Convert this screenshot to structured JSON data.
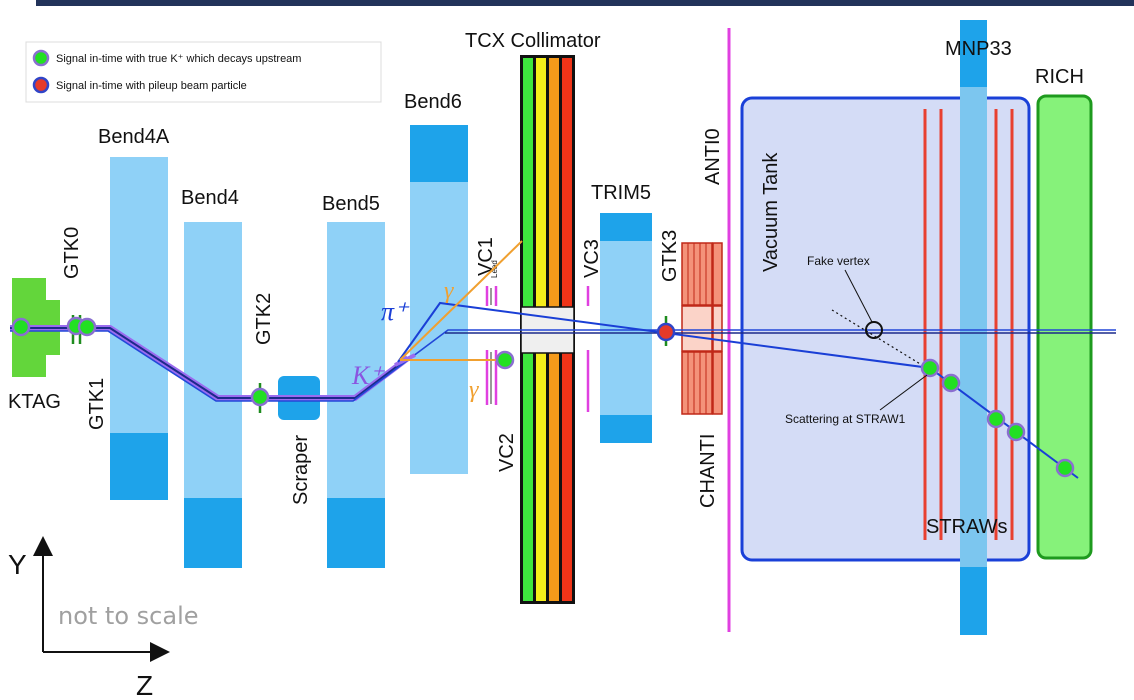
{
  "legend": {
    "items": [
      {
        "text": "Signal in-time with true K⁺ which decays upstream",
        "fill": "#22e022",
        "stroke": "#8a6fd0"
      },
      {
        "text": "Signal in-time with pileup beam particle",
        "fill": "#e53a2a",
        "stroke": "#3045c8"
      }
    ]
  },
  "labels": {
    "tcx": "TCX Collimator",
    "mnp33": "MNP33",
    "rich": "RICH",
    "bend4a": "Bend4A",
    "bend4": "Bend4",
    "bend5": "Bend5",
    "bend6": "Bend6",
    "trim5": "TRIM5",
    "anti0": "ANTI0",
    "vacuum_tank": "Vacuum Tank",
    "gtk0": "GTK0",
    "gtk1": "GTK1",
    "gtk2": "GTK2",
    "gtk3": "GTK3",
    "ktag": "KTAG",
    "scraper": "Scraper",
    "vc1": "VC1",
    "vc1_sub": "Lead",
    "vc2": "VC2",
    "vc3": "VC3",
    "chanti": "CHANTI",
    "fake_vertex": "Fake vertex",
    "scattering": "Scattering at STRAW1",
    "straws": "STRAWs",
    "pi_plus": "π⁺",
    "k_plus": "K⁺",
    "gamma": "γ",
    "axis_y": "Y",
    "axis_z": "Z",
    "not_to_scale": "not to scale"
  },
  "colors": {
    "header_bar": "#22335a",
    "magnet_light": "#8fd1f7",
    "magnet_dark": "#1ea3ea",
    "beam_blue": "#1a3fd6",
    "kaon_purple": "#8a55e0",
    "gamma_orange": "#f0a030",
    "veto_magenta": "#e040e0",
    "vacuum_fill": "#d4dcf6",
    "vacuum_stroke": "#1a40d8",
    "rich_fill": "#86f27a",
    "rich_stroke": "#1e9a1e",
    "straw_red": "#e84030",
    "chanti_fill": "#f4927a",
    "chanti_stroke": "#c02818",
    "ktag_green": "#63d63b",
    "hit_green": "#22e022",
    "hit_red": "#e53a2a"
  }
}
